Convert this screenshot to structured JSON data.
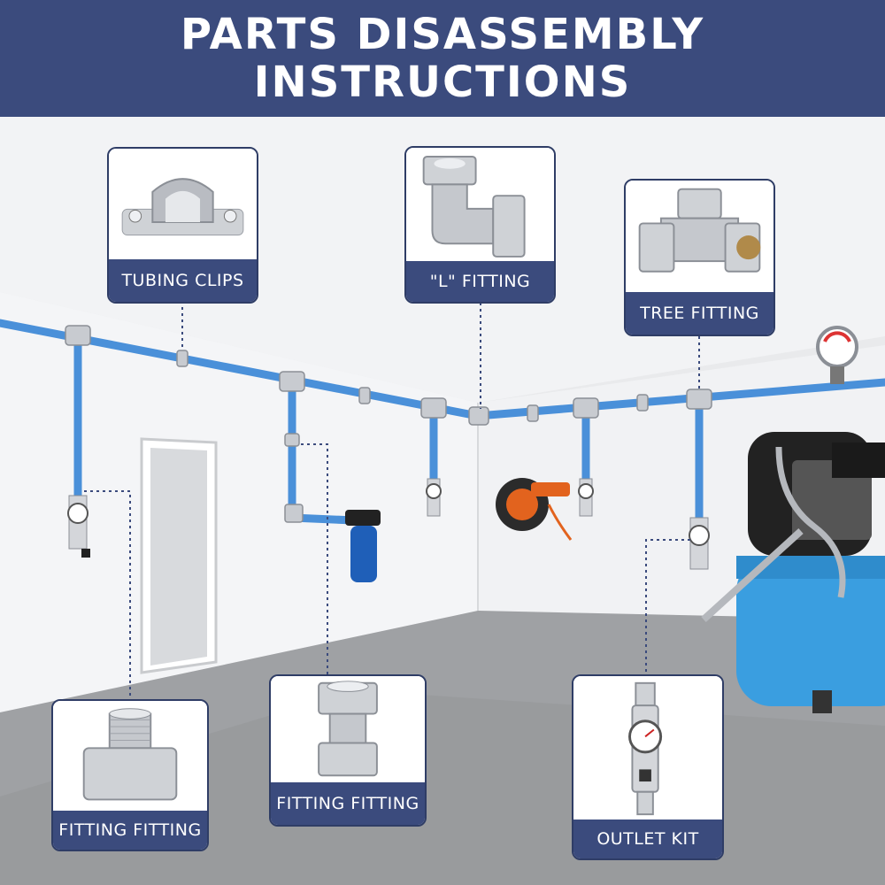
{
  "header": {
    "title_line1": "PARTS DISASSEMBLY",
    "title_line2": "INSTRUCTIONS"
  },
  "colors": {
    "navy": "#3b4b7d",
    "tube": "#4a90d9",
    "wall": "#f4f5f7",
    "floor": "#9fa1a4"
  },
  "cards": {
    "tubing_clips": {
      "label": "TUBING CLIPS",
      "icon": "tubing-clip-icon"
    },
    "l_fitting": {
      "label": "\"L\" FITTING",
      "icon": "elbow-fitting-icon"
    },
    "tree_fitting": {
      "label": "TREE FITTING",
      "icon": "tee-fitting-icon"
    },
    "fitting_left": {
      "label": "FITTING FITTING",
      "icon": "threaded-adapter-icon"
    },
    "fitting_middle": {
      "label": "FITTING FITTING",
      "icon": "straight-coupler-icon"
    },
    "outlet_kit": {
      "label": "OUTLET KIT",
      "icon": "outlet-kit-icon"
    }
  }
}
